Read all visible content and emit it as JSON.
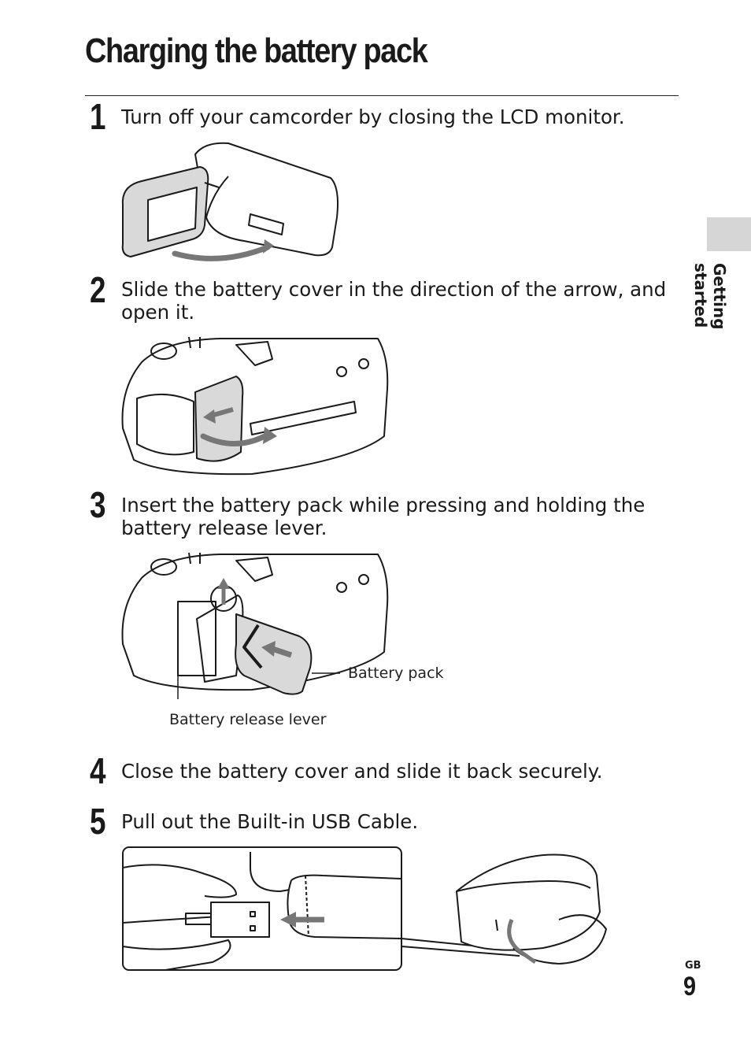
{
  "page": {
    "title": "Charging the battery pack",
    "section_tab": "Getting started",
    "region": "GB",
    "page_number": "9"
  },
  "steps": [
    {
      "number": "1",
      "text": "Turn off your camcorder by closing the LCD monitor."
    },
    {
      "number": "2",
      "text": "Slide the battery cover in the direction of the arrow, and open it."
    },
    {
      "number": "3",
      "text": "Insert the battery pack while pressing and holding the battery release lever."
    },
    {
      "number": "4",
      "text": "Close the battery cover and slide it back securely."
    },
    {
      "number": "5",
      "text": "Pull out the Built-in USB Cable."
    }
  ],
  "labels": {
    "battery_pack": "Battery pack",
    "battery_release_lever": "Battery release lever"
  },
  "colors": {
    "tab_gray": "#d6d6d6",
    "illustration_fill": "#d9d9d9",
    "ink": "#1a1a1a"
  }
}
